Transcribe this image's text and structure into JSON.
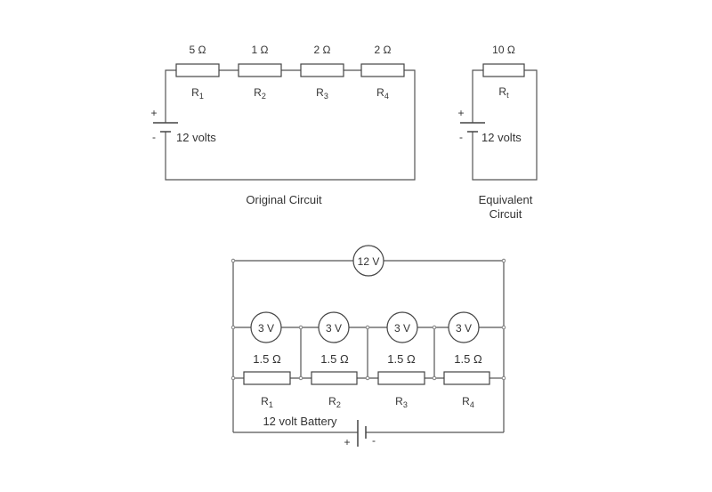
{
  "original_circuit": {
    "caption": "Original Circuit",
    "battery_label": "12 volts",
    "plus": "+",
    "minus": "-",
    "resistors": [
      {
        "value": "5 Ω",
        "name": "R",
        "sub": "1"
      },
      {
        "value": "1 Ω",
        "name": "R",
        "sub": "2"
      },
      {
        "value": "2 Ω",
        "name": "R",
        "sub": "3"
      },
      {
        "value": "2 Ω",
        "name": "R",
        "sub": "4"
      }
    ]
  },
  "equivalent_circuit": {
    "caption_line1": "Equivalent",
    "caption_line2": "Circuit",
    "battery_label": "12 volts",
    "plus": "+",
    "minus": "-",
    "resistor": {
      "value": "10 Ω",
      "name": "R",
      "sub": "t"
    }
  },
  "voltmeter_circuit": {
    "total_meter": "12 V",
    "battery_label": "12 volt Battery",
    "plus": "+",
    "minus": "-",
    "meters": [
      "3 V",
      "3 V",
      "3 V",
      "3 V"
    ],
    "resistors": [
      {
        "value": "1.5 Ω",
        "name": "R",
        "sub": "1"
      },
      {
        "value": "1.5 Ω",
        "name": "R",
        "sub": "2"
      },
      {
        "value": "1.5 Ω",
        "name": "R",
        "sub": "3"
      },
      {
        "value": "1.5 Ω",
        "name": "R",
        "sub": "4"
      }
    ]
  }
}
